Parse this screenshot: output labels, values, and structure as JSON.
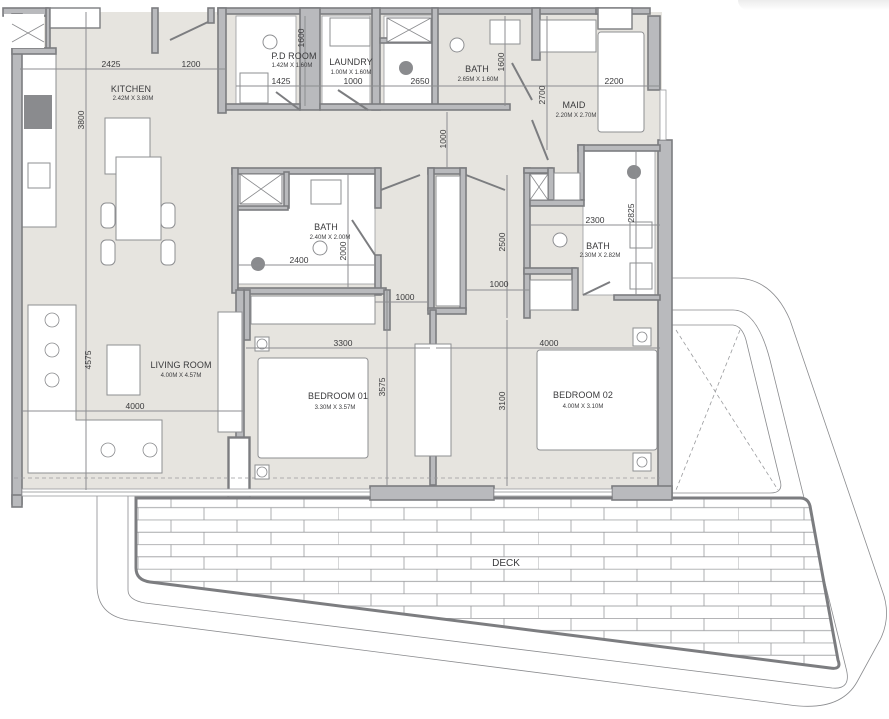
{
  "plan": {
    "rooms": [
      {
        "id": "kitchen",
        "name": "KITCHEN",
        "size": "2.42M X 3.80M"
      },
      {
        "id": "pd-room",
        "name": "P.D ROOM",
        "size": "1.42M X 1.60M"
      },
      {
        "id": "laundry",
        "name": "LAUNDRY",
        "size": "1.00M X 1.60M"
      },
      {
        "id": "bath-top",
        "name": "BATH",
        "size": "2.65M X 1.60M"
      },
      {
        "id": "maid",
        "name": "MAID",
        "size": "2.20M X 2.70M"
      },
      {
        "id": "bath-center",
        "name": "BATH",
        "size": "2.40M X 2.00M"
      },
      {
        "id": "bath-right",
        "name": "BATH",
        "size": "2.30M X 2.82M"
      },
      {
        "id": "living-room",
        "name": "LIVING ROOM",
        "size": "4.00M X 4.57M"
      },
      {
        "id": "bedroom-01",
        "name": "BEDROOM 01",
        "size": "3.30M X 3.57M"
      },
      {
        "id": "bedroom-02",
        "name": "BEDROOM 02",
        "size": "4.00M X 3.10M"
      },
      {
        "id": "deck",
        "name": "DECK",
        "size": ""
      }
    ],
    "dimensions": {
      "kitchen_width_a": "2425",
      "kitchen_width_b": "1200",
      "kitchen_height": "3800",
      "pd_height": "1600",
      "pd_width": "1425",
      "laundry_width": "1000",
      "bath_top_width": "2650",
      "bath_top_height": "1600",
      "maid_height": "2700",
      "maid_width": "2200",
      "corridor_1000_top": "1000",
      "bath_center_width": "2400",
      "bath_center_height": "2000",
      "corridor_2500": "2500",
      "bath_right_width": "2300",
      "bath_right_height": "2825",
      "corridor_1000_left": "1000",
      "corridor_1000_right": "1000",
      "living_height": "4575",
      "living_width": "4000",
      "bedroom01_width": "3300",
      "bedroom01_height": "3575",
      "bedroom02_width": "4000",
      "bedroom02_height": "3100"
    },
    "colors": {
      "floor": "#e6e4df",
      "wall": "#b9babd",
      "wall_stroke": "#7c7d80",
      "text": "#3a3a3c"
    }
  }
}
